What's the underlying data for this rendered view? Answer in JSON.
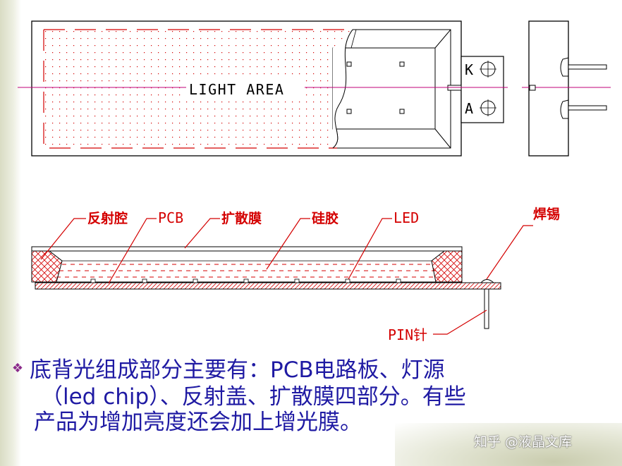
{
  "top_view": {
    "light_area": "LIGHT AREA",
    "pin_k": "K",
    "pin_a": "A"
  },
  "cross_section": {
    "label_reflector": "反射腔",
    "label_pcb": "PCB",
    "label_diffuser": "扩散膜",
    "label_silicone": "硅胶",
    "label_led": "LED",
    "label_solder": "焊锡",
    "label_pin": "PIN针"
  },
  "caption": {
    "bullet": "❖",
    "line1": "底背光组成部分主要有：PCB电路板、灯源",
    "line2": "（led chip）、反射盖、扩散膜四部分。有些",
    "line3": "产品为增加亮度还会加上增光膜。"
  },
  "watermark": "知乎 @液晶文库",
  "colors": {
    "line": "#000000",
    "red": "#d40000",
    "magenta": "#c0007a",
    "caption_text": "#1f1aa3"
  }
}
